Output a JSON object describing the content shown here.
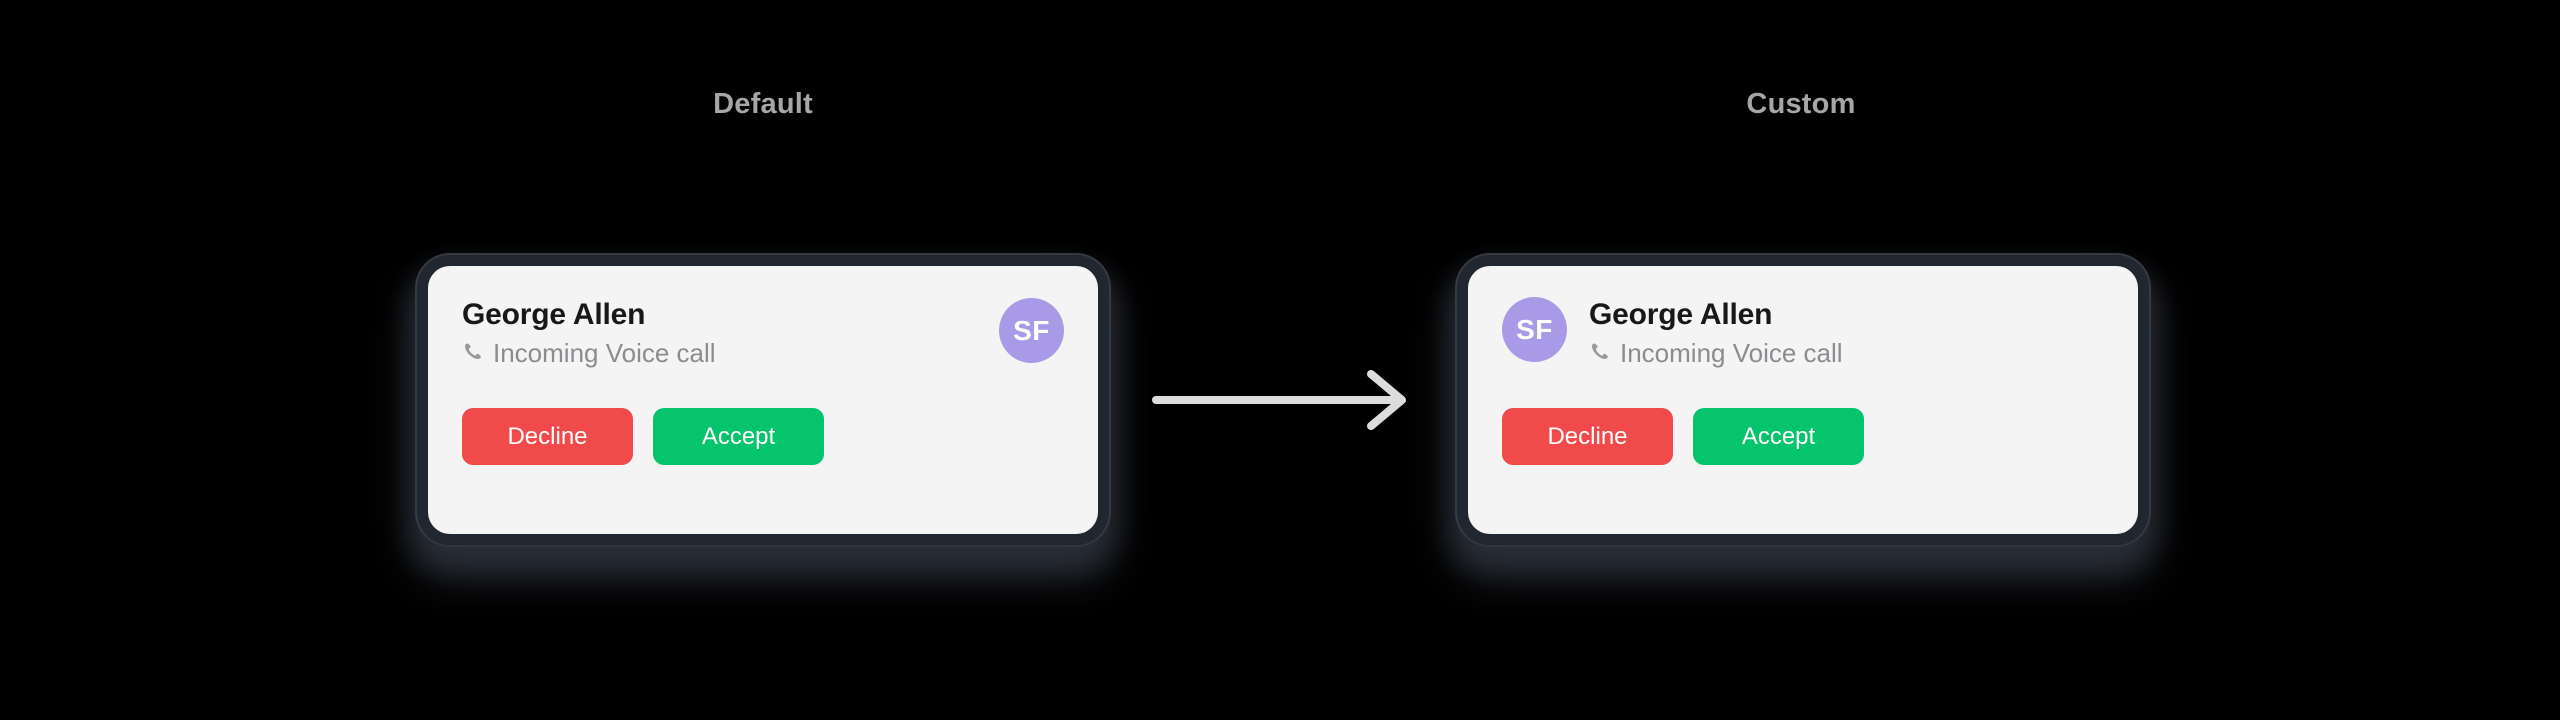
{
  "page": {
    "background_color": "#000000",
    "caption_color": "#a6a6a6"
  },
  "columns": [
    {
      "id": "default",
      "caption": "Default",
      "avatar_position": "right"
    },
    {
      "id": "custom",
      "caption": "Custom",
      "avatar_position": "left"
    }
  ],
  "notification": {
    "caller_name": "George Allen",
    "subtitle": "Incoming Voice call",
    "call_icon": "phone-handset-icon",
    "avatar": {
      "initials": "SF",
      "background_color": "#a99ae8",
      "text_color": "#ffffff"
    },
    "card": {
      "background_color": "#f4f4f5",
      "title_color": "#17181a",
      "subtitle_color": "#8c8c90"
    },
    "buttons": {
      "decline": {
        "label": "Decline",
        "color": "#f04a4a",
        "text_color": "#ffffff"
      },
      "accept": {
        "label": "Accept",
        "color": "#06c46c",
        "text_color": "#ffffff"
      }
    }
  },
  "arrow": {
    "name": "right-arrow-icon",
    "direction": "right",
    "color": "#dcdcdc"
  }
}
